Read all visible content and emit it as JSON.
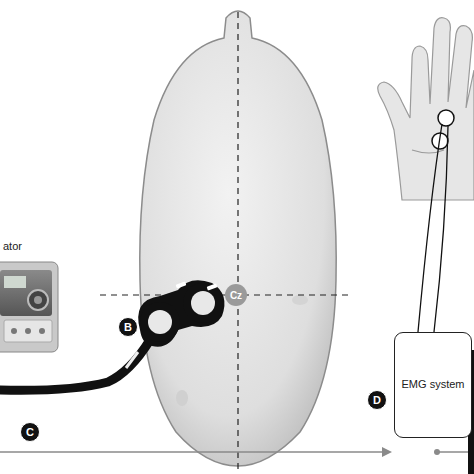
{
  "diagram": {
    "nodes": [
      {
        "text": [
          "EMG system"
        ]
      }
    ],
    "labels": [
      "ator",
      "B",
      "Cz",
      "C",
      "D"
    ]
  }
}
